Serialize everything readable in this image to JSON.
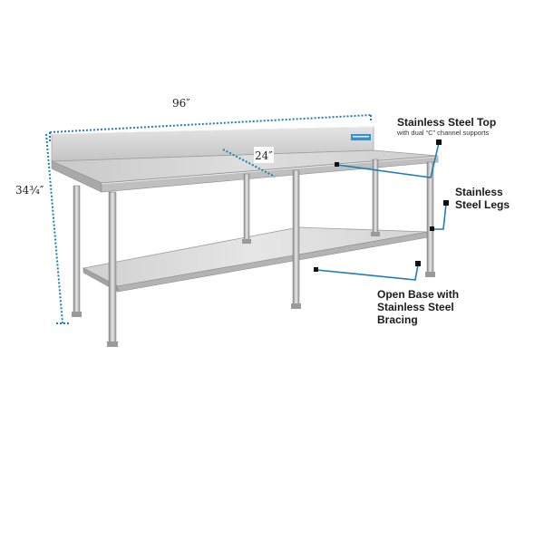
{
  "dimensions": {
    "width": "96″",
    "depth": "24″",
    "height": "34¾″"
  },
  "callouts": {
    "top": {
      "title": "Stainless Steel Top",
      "subtitle": "with dual “C” channel supports"
    },
    "legs": {
      "line1": "Stainless",
      "line2": "Steel Legs"
    },
    "base": {
      "line1": "Open Base with",
      "line2": "Stainless Steel",
      "line3": "Bracing"
    }
  },
  "colors": {
    "accent": "#1a7fb5",
    "steel_light": "#dcdcdc",
    "steel_mid": "#b9b9b9",
    "steel_dark": "#8f8f8f",
    "marker": "#111111"
  },
  "icons": {
    "brand_plate": "brand-plate-icon"
  }
}
